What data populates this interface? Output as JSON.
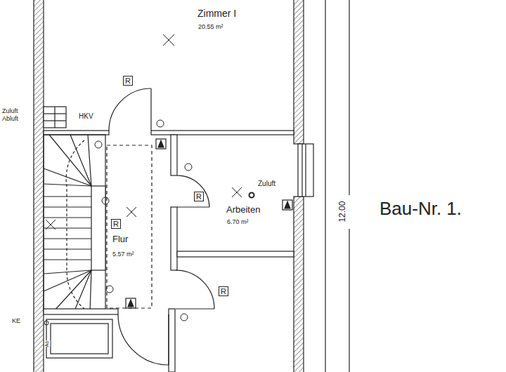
{
  "diagram": {
    "labels": [
      "Zimmer I",
      "20.55 m²",
      "R",
      "Zuluft",
      "Abluft",
      "HKV",
      "R",
      "Flur",
      "5.57 m²",
      "R",
      "Zuluft",
      "Arbeiten",
      "6.70 m²",
      "12.00",
      "Bau-Nr. 1.",
      "R",
      "KE",
      "Ab"
    ]
  }
}
